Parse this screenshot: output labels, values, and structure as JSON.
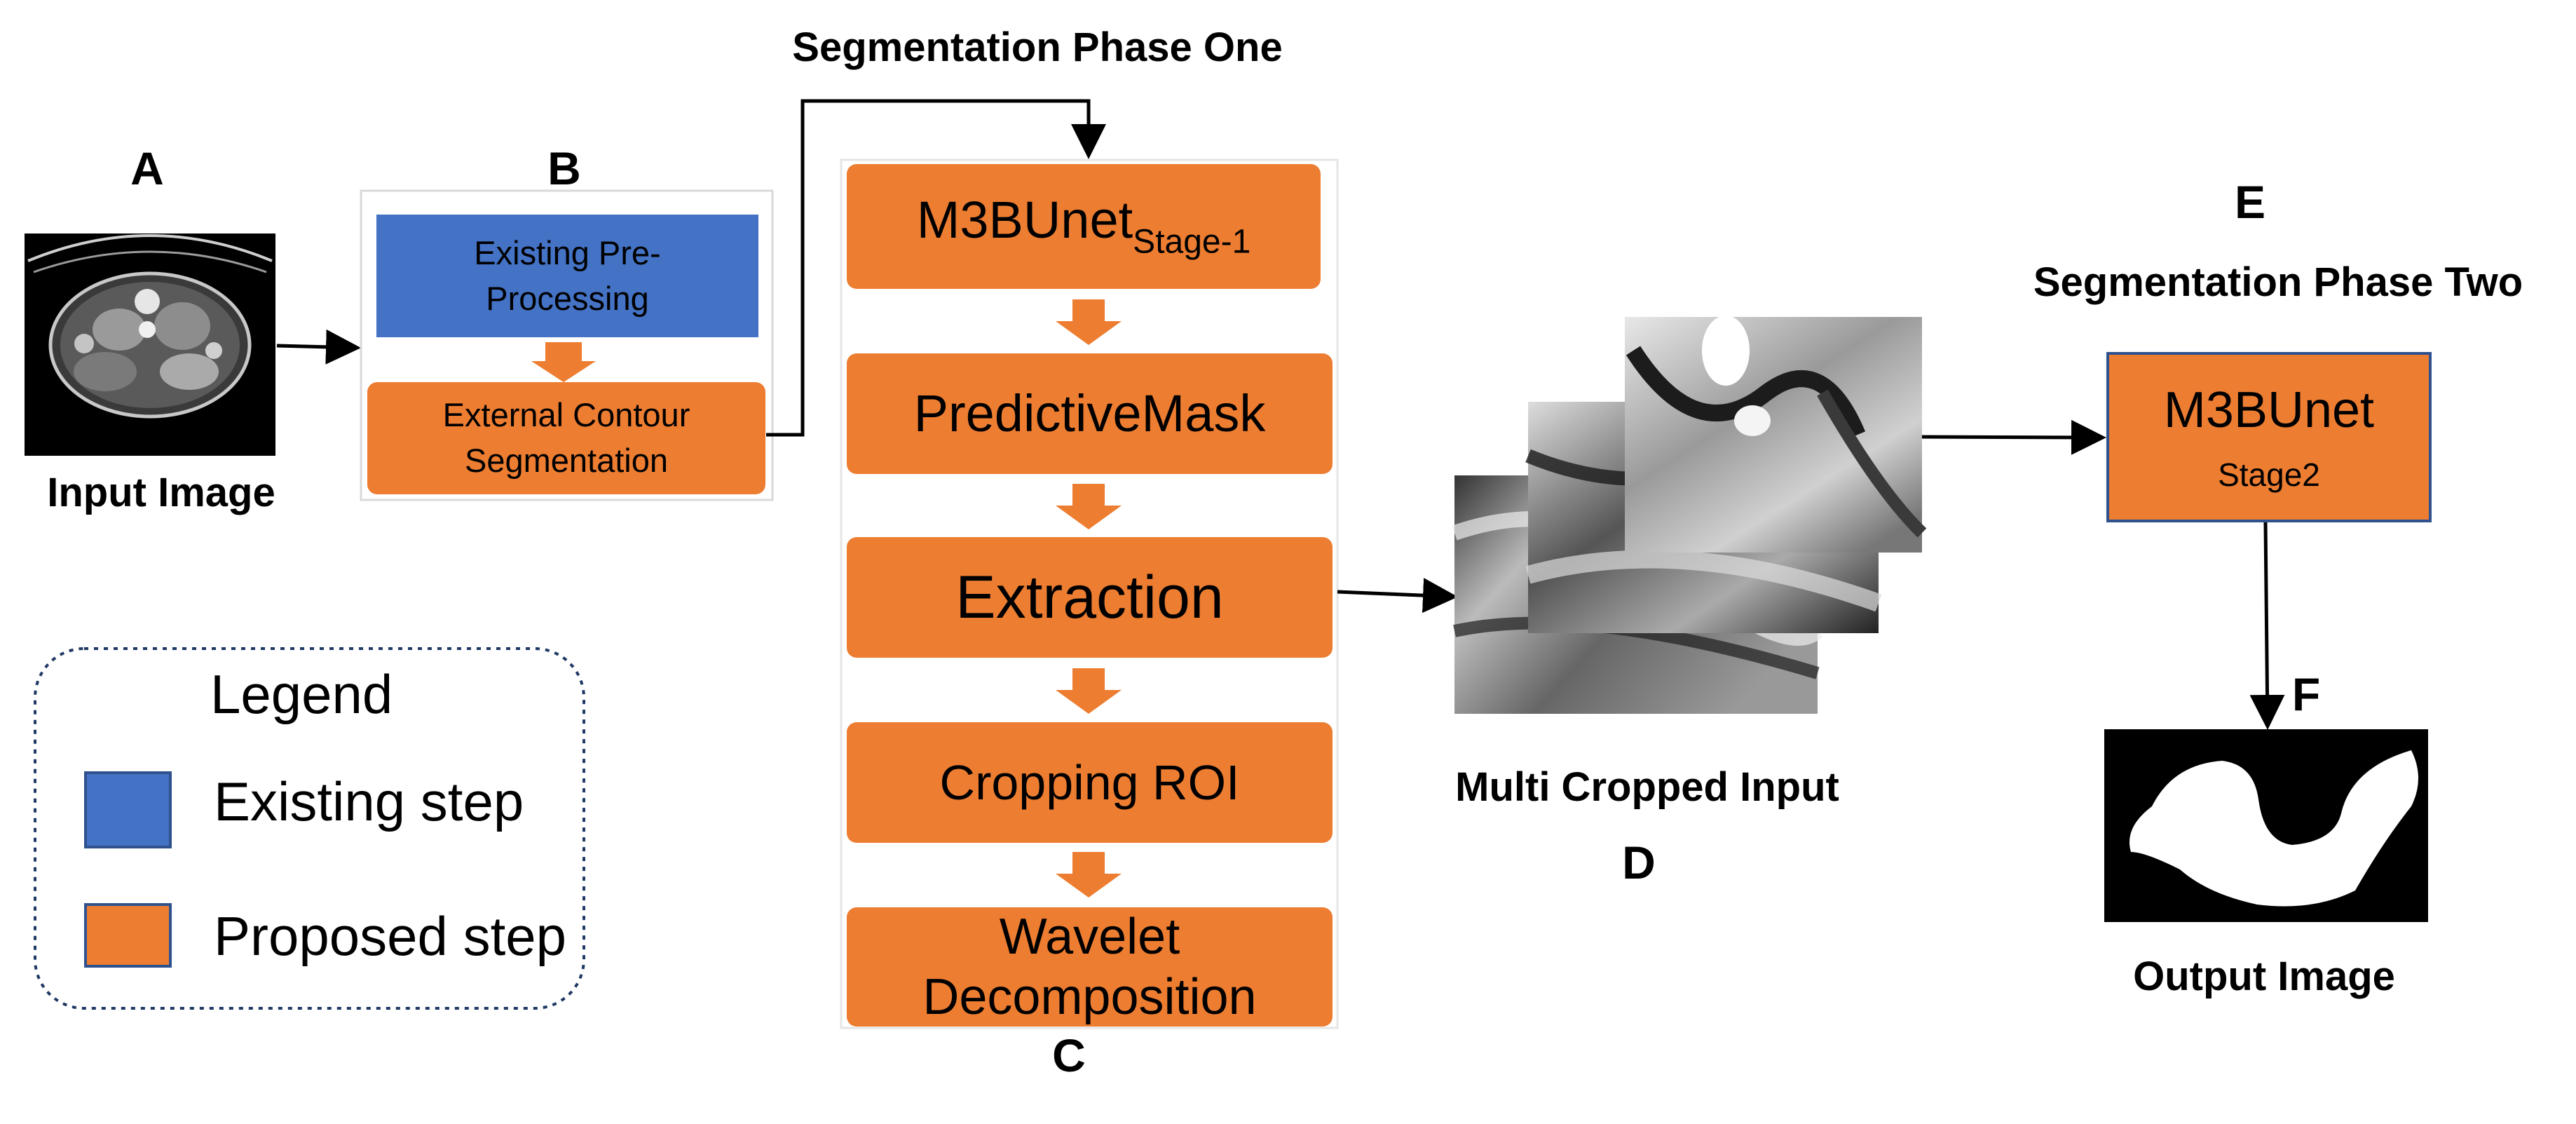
{
  "labels": {
    "a": "A",
    "b": "B",
    "c": "C",
    "d": "D",
    "e": "E",
    "f": "F"
  },
  "captions": {
    "input": "Input Image",
    "phase_one": "Segmentation Phase One",
    "multi_cropped": "Multi Cropped Input",
    "phase_two": "Segmentation Phase Two",
    "output": "Output Image"
  },
  "preprocessing": {
    "existing": "Existing Pre-Processing",
    "external_contour": "External Contour Segmentation"
  },
  "phase_one_steps": {
    "m3bunet": "M3BUnet",
    "m3bunet_sub": "Stage-1",
    "predictive_mask": "PredictiveMask",
    "extraction": "Extraction",
    "cropping": "Cropping ROI",
    "wavelet": "Wavelet Decomposition"
  },
  "phase_two_box": {
    "title": "M3BUnet",
    "sub": "Stage2"
  },
  "legend": {
    "title": "Legend",
    "existing": "Existing step",
    "proposed": "Proposed step"
  },
  "colors": {
    "proposed": "#ed7d31",
    "existing": "#4472c4",
    "border": "#2f528f",
    "legend_border": "#1f3864"
  }
}
